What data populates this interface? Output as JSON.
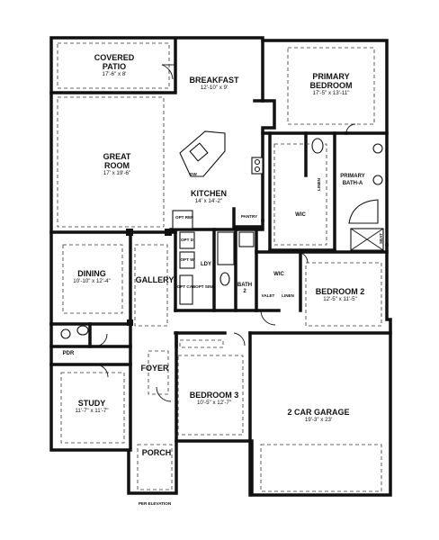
{
  "rooms": {
    "covered_patio": {
      "name": "COVERED",
      "name2": "PATIO",
      "dims": "17'-6\" x 8'"
    },
    "breakfast": {
      "name": "BREAKFAST",
      "dims": "12'-10\" x 9'"
    },
    "primary_bedroom": {
      "name": "PRIMARY",
      "name2": "BEDROOM",
      "dims": "17'-5\" x 13'-11\""
    },
    "great_room": {
      "name": "GREAT",
      "name2": "ROOM",
      "dims": "17' x 19'-6\""
    },
    "kitchen": {
      "name": "KITCHEN",
      "dims": "14' x 14'-2\""
    },
    "primary_bath": {
      "name": "PRIMARY",
      "name2": "BATH-A"
    },
    "wic_primary": {
      "name": "WIC"
    },
    "dining": {
      "name": "DINING",
      "dims": "10'-10\" x 12'-4\""
    },
    "gallery": {
      "name": "GALLERY"
    },
    "ldy": {
      "name": "LDY"
    },
    "bath2": {
      "name": "BATH",
      "name2": "2"
    },
    "wic2": {
      "name": "WIC"
    },
    "bedroom2": {
      "name": "BEDROOM 2",
      "dims": "12'-5\" x 11'-5\""
    },
    "pdr": {
      "name": "PDR"
    },
    "foyer": {
      "name": "FOYER"
    },
    "study": {
      "name": "STUDY",
      "dims": "11'-7\" x 11'-7\""
    },
    "bedroom3": {
      "name": "BEDROOM 3",
      "dims": "10'-5\" x 12'-7\""
    },
    "garage": {
      "name": "2 CAR GARAGE",
      "dims": "19'-3\" x 23'"
    },
    "porch": {
      "name": "PORCH"
    }
  },
  "labels": {
    "dw": "DW",
    "pantry": "PANTRY",
    "linen": "LINEN",
    "linen2": "LINEN",
    "valet": "VALET",
    "seat": "SEAT",
    "opt_ref": "OPT REF",
    "opt_d": "OPT D",
    "opt_w": "OPT W",
    "opt_cab": "OPT CAB",
    "opt_sink": "OPT SINK",
    "elevation": "PER ELEVATION"
  }
}
